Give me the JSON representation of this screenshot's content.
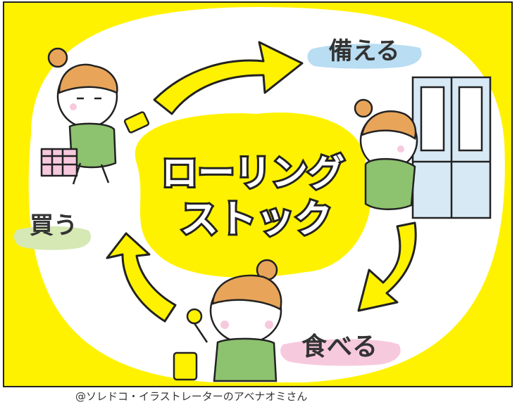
{
  "illustration": {
    "title_line1": "ローリング",
    "title_line2": "ストック",
    "steps": {
      "prepare": "備える",
      "eat": "食べる",
      "buy": "買う"
    }
  },
  "credit": "@ソレドコ・イラストレーターのアベナオミさん",
  "colors": {
    "yellow": "#FFF200",
    "outline": "#222222",
    "label_blue": "#B9DDF2",
    "label_pink": "#F7C9DD",
    "label_green": "#D6E8B4",
    "shirt_green": "#8DC26F",
    "hair": "#E8A55A",
    "cabinet": "#D7E9F5"
  },
  "icons": [
    "woman-shopping-icon",
    "woman-at-cabinet-icon",
    "woman-eating-icon",
    "cabinet-icon",
    "cycle-arrow-icon"
  ]
}
